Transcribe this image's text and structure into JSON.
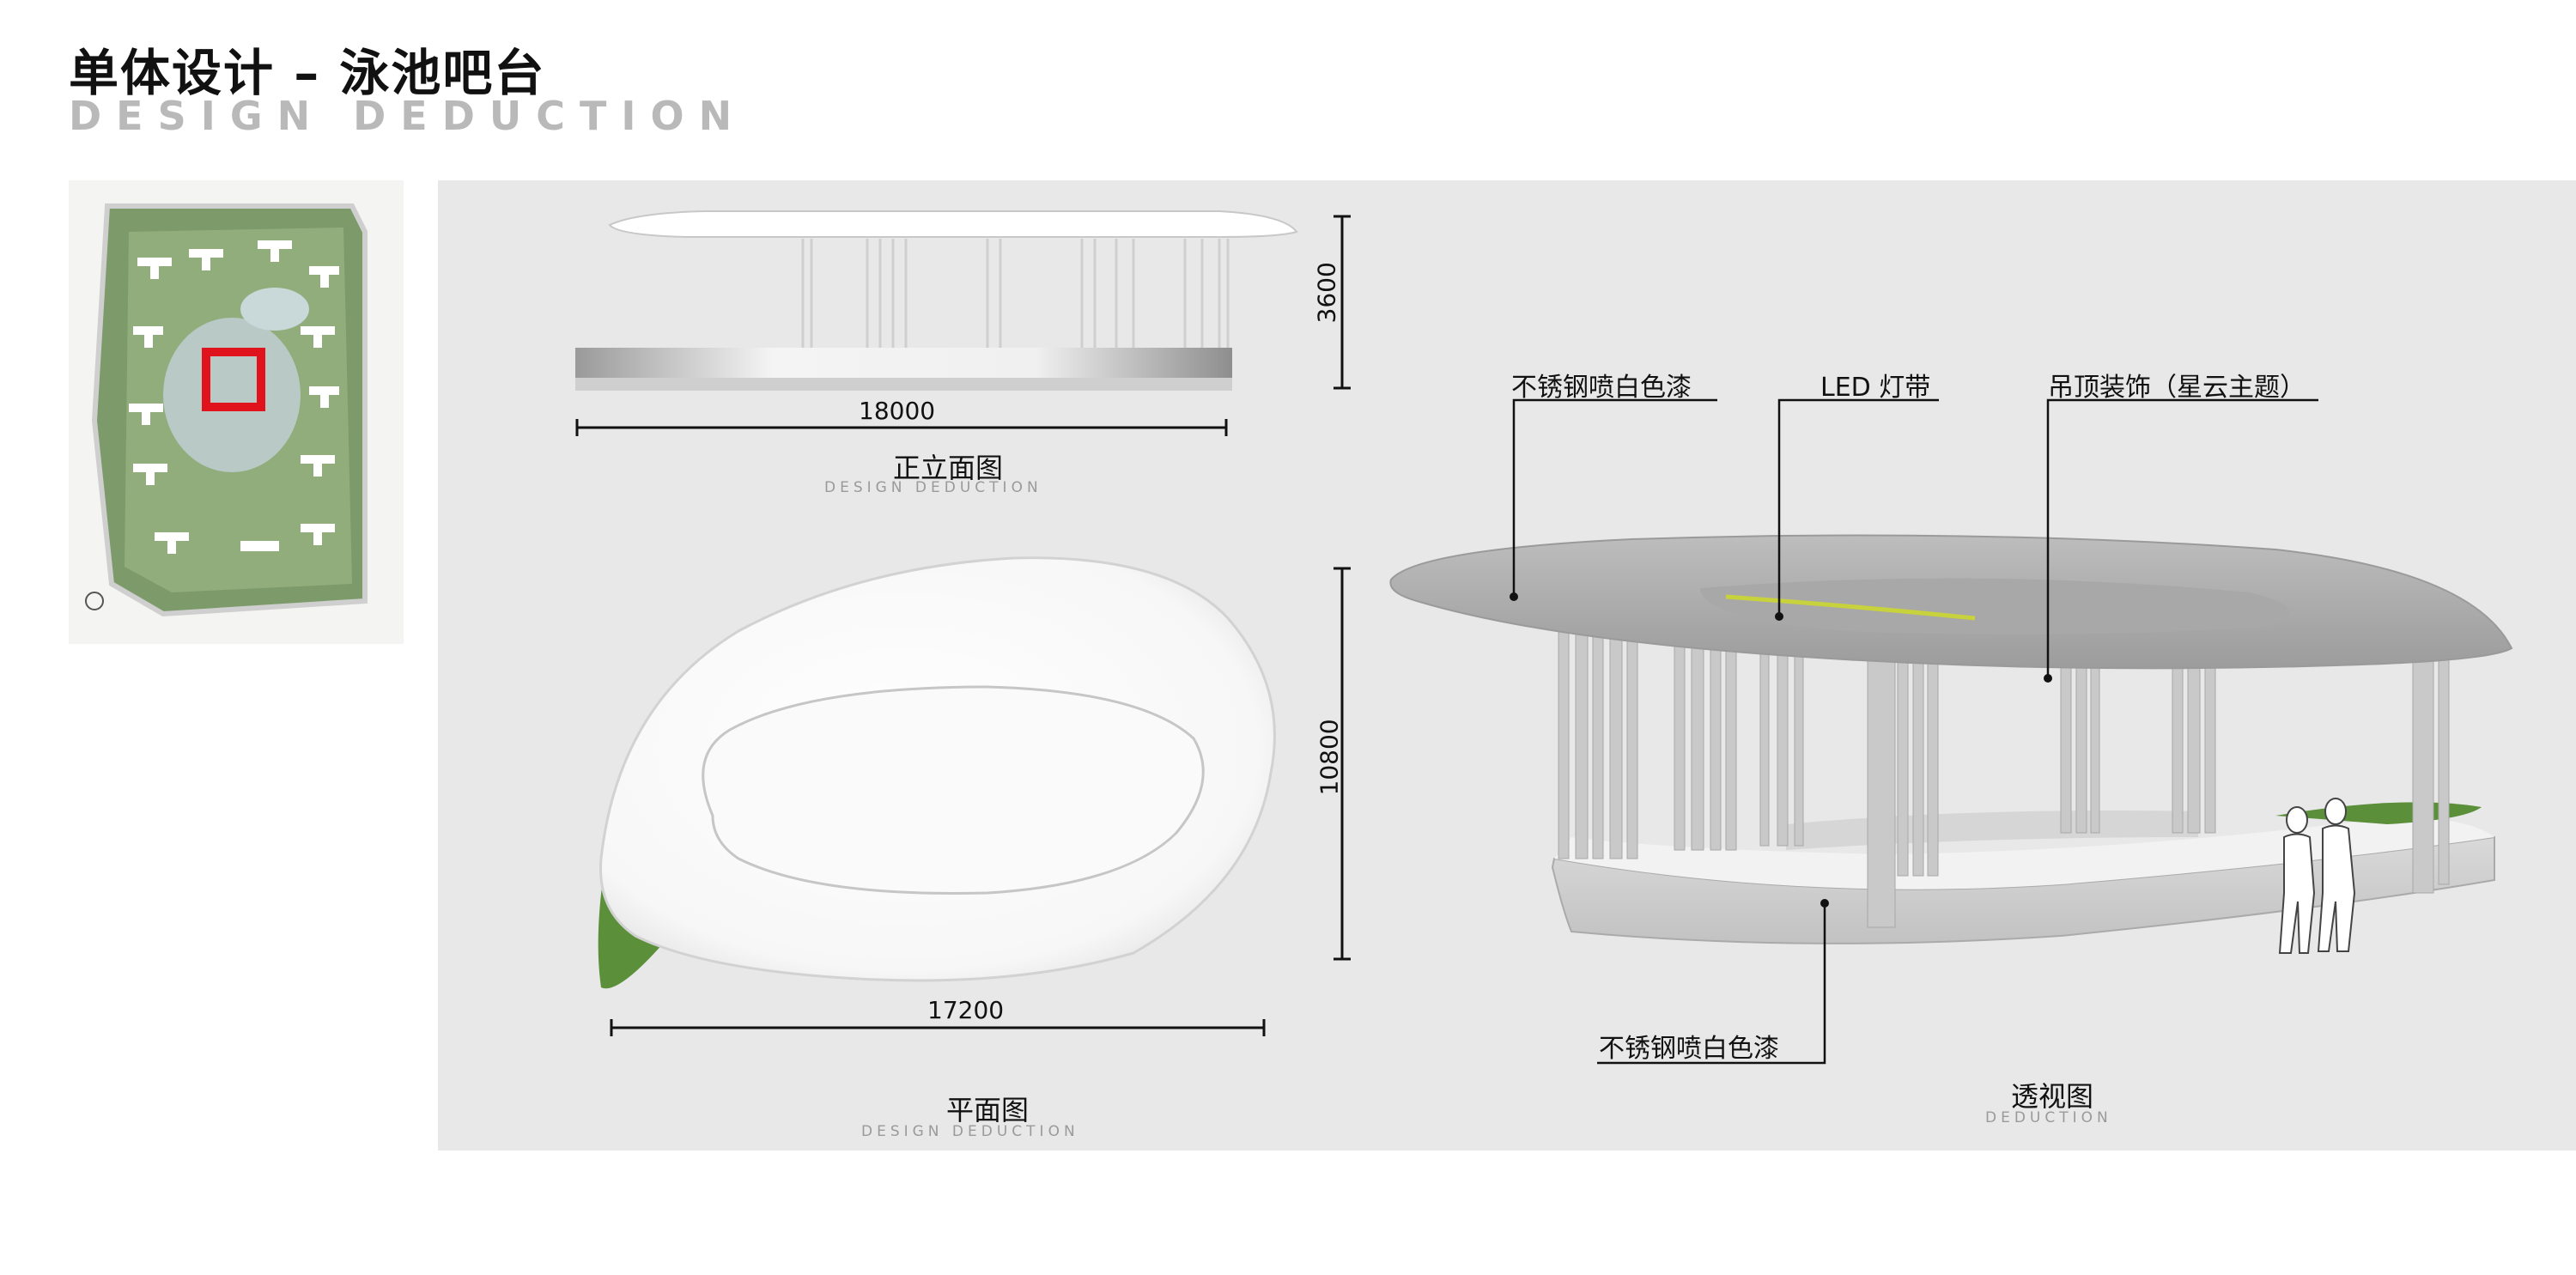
{
  "header": {
    "title": "单体设计 – 泳池吧台",
    "subtitle": "DESIGN DEDUCTION"
  },
  "elevation": {
    "caption": "正立面图",
    "caption_sub": "DESIGN DEDUCTION",
    "width_dim": "18000",
    "height_dim": "3600"
  },
  "plan": {
    "caption": "平面图",
    "caption_sub": "DESIGN DEDUCTION",
    "width_dim": "17200",
    "height_dim": "10800"
  },
  "perspective": {
    "caption": "透视图",
    "caption_sub": "DEDUCTION",
    "callouts": [
      "不锈钢喷白色漆",
      "LED 灯带",
      "吊顶装饰（星云主题）",
      "不锈钢喷白色漆"
    ]
  },
  "colors": {
    "panel": "#e8e8e8",
    "highlight": "#e0121b",
    "grass": "#5c8f3a",
    "led": "#c8d23c"
  }
}
